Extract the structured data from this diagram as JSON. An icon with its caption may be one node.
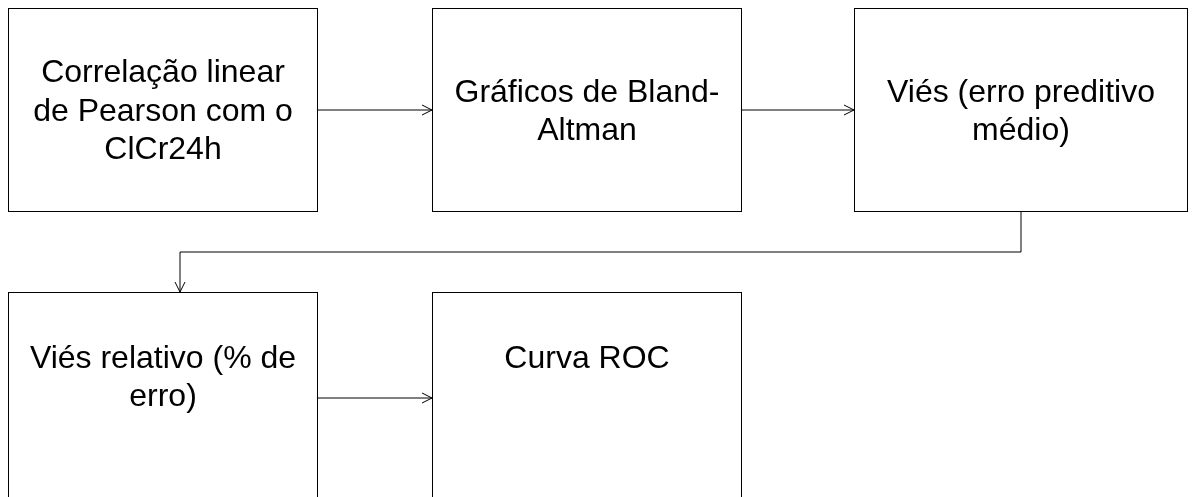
{
  "diagram": {
    "nodes": [
      {
        "text": [
          "Correlação linear de Pearson com o ClCr24h"
        ]
      },
      {
        "text": [
          "Gráficos de Bland-Altman"
        ]
      },
      {
        "text": [
          "Viés (erro preditivo médio)"
        ]
      },
      {
        "text": [
          "Viés relativo (% de erro)"
        ]
      },
      {
        "text": [
          "Curva ROC"
        ]
      }
    ],
    "edges": [
      {
        "from": 0,
        "to": 1,
        "arrow": "to"
      },
      {
        "from": 1,
        "to": 2,
        "arrow": "to"
      },
      {
        "from": 2,
        "to": 3,
        "arrow": "to"
      },
      {
        "from": 3,
        "to": 4,
        "arrow": "to"
      }
    ]
  }
}
